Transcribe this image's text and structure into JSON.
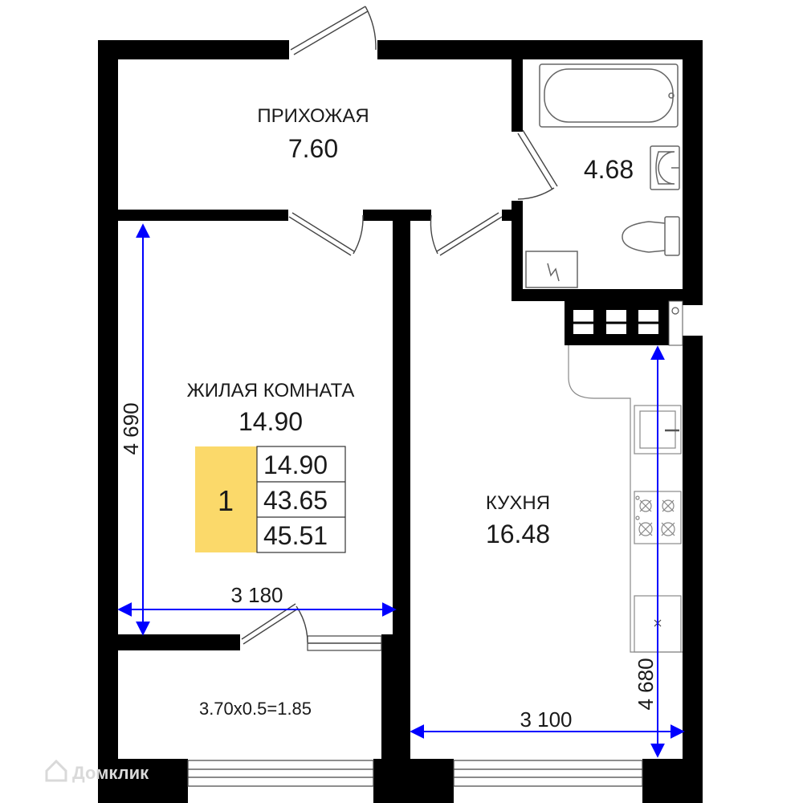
{
  "rooms": {
    "hallway": {
      "name": "ПРИХОЖАЯ",
      "area": "7.60"
    },
    "bathroom": {
      "area": "4.68"
    },
    "living": {
      "name": "ЖИЛАЯ КОМНАТА",
      "area": "14.90"
    },
    "kitchen": {
      "name": "КУХНЯ",
      "area": "16.48"
    },
    "balcony": {
      "formula": "3.70x0.5=1.85"
    }
  },
  "summary": {
    "rooms_count": "1",
    "living_area": "14.90",
    "total_area": "43.65",
    "total_with_balcony": "45.51",
    "badge_color": "#fbd96a"
  },
  "dimensions": {
    "living_height": "4 690",
    "living_width": "3 180",
    "kitchen_width": "3 100",
    "kitchen_height": "4 680",
    "line_color": "#0000ff"
  },
  "watermark": {
    "text": "Домклик"
  },
  "colors": {
    "wall": "#000000",
    "fixture": "#666666"
  }
}
